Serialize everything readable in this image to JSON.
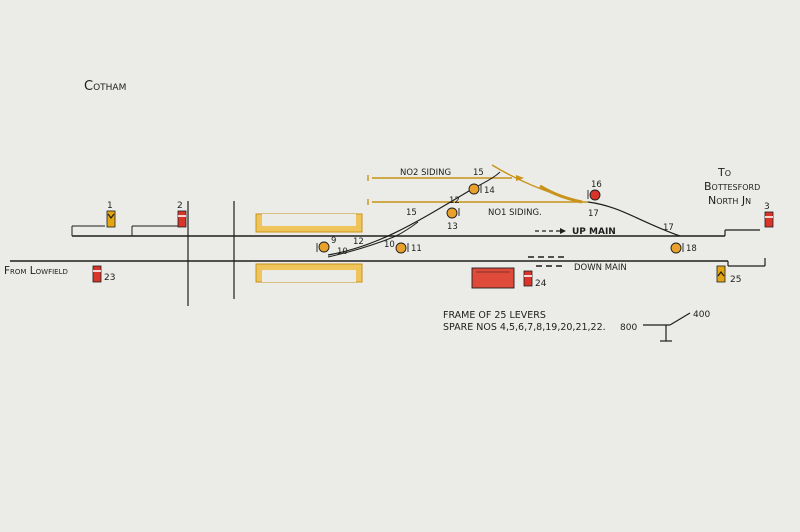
{
  "title": "Cotham",
  "destinations": {
    "left": "From Lowfield",
    "right_line1": "To",
    "right_line2": "Bottesford",
    "right_line3": "North Jn"
  },
  "lines": {
    "up_main": "Up Main",
    "down_main": "Down Main",
    "no1_siding": "No1 Siding.",
    "no2_siding": "No2 Siding"
  },
  "frame": {
    "line1": "Frame of 25 Levers",
    "line2": "Spare Nos 4,5,6,7,8,19,20,21,22."
  },
  "scale": {
    "left": "800",
    "right": "400"
  },
  "levers": {
    "l1": "1",
    "l2": "2",
    "l3": "3",
    "l9": "9",
    "l10a": "10",
    "l10b": "10",
    "l11": "11",
    "l12a": "12",
    "l12b": "12",
    "l13": "13",
    "l14": "14",
    "l15a": "15",
    "l15b": "15",
    "l16": "16",
    "l17a": "17",
    "l17b": "17",
    "l18": "18",
    "l23": "23",
    "l24": "24",
    "l25": "25"
  },
  "colors": {
    "paper": "#ebebe7",
    "ink": "#1e1e1e",
    "signal_red": "#d8342a",
    "signal_yellow": "#e2a612",
    "disc_orange": "#e8a12a",
    "siding_gold": "#c89318",
    "platform_fill": "#efc45a",
    "signal_box_red": "#e04a3a"
  }
}
